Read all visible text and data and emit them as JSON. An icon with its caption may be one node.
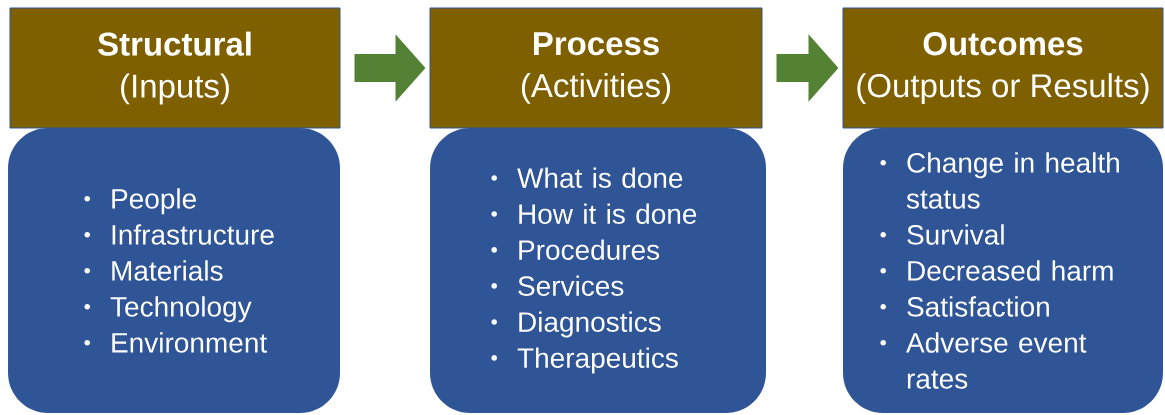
{
  "diagram": {
    "nodes": [
      {
        "text": [
          "Structural",
          "(Inputs)"
        ]
      },
      {
        "text": [
          "People",
          "Infrastructure",
          "Materials",
          "Technology",
          "Environment"
        ]
      },
      {
        "text": [
          "Process",
          "(Activities)"
        ]
      },
      {
        "text": [
          "What is done",
          "How it is done",
          "Procedures",
          "Services",
          "Diagnostics",
          "Therapeutics"
        ]
      },
      {
        "text": [
          "Outcomes",
          "(Outputs or Results)"
        ]
      },
      {
        "text": [
          "Change in health status",
          "Survival",
          "Decreased harm",
          "Satisfaction",
          "Adverse event rates"
        ]
      }
    ],
    "edges": [
      {
        "from": 0,
        "to": 2,
        "arrow": "to"
      },
      {
        "from": 2,
        "to": 4,
        "arrow": "to"
      }
    ]
  }
}
